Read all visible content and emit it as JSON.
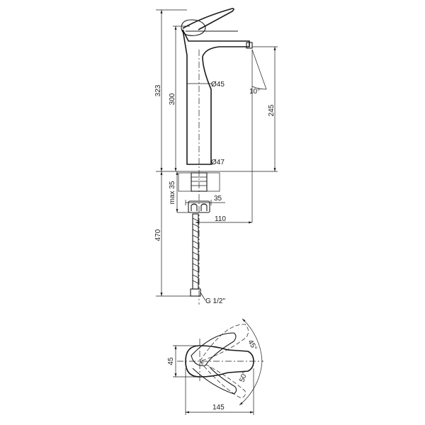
{
  "dimensions": {
    "height_total": "323",
    "height_body": "300",
    "spout_reach": "245",
    "spout_angle": "10°",
    "diameter_top": "Ø45",
    "diameter_base": "Ø47",
    "max_mount": "max 35",
    "stud_width": "35",
    "base_to_spout": "110",
    "hose_length": "470",
    "hose_thread": "G 1/2\"",
    "plan_height": "45",
    "plan_width": "145",
    "lever_angle_45": "45°",
    "lever_angle_50": "50°"
  }
}
